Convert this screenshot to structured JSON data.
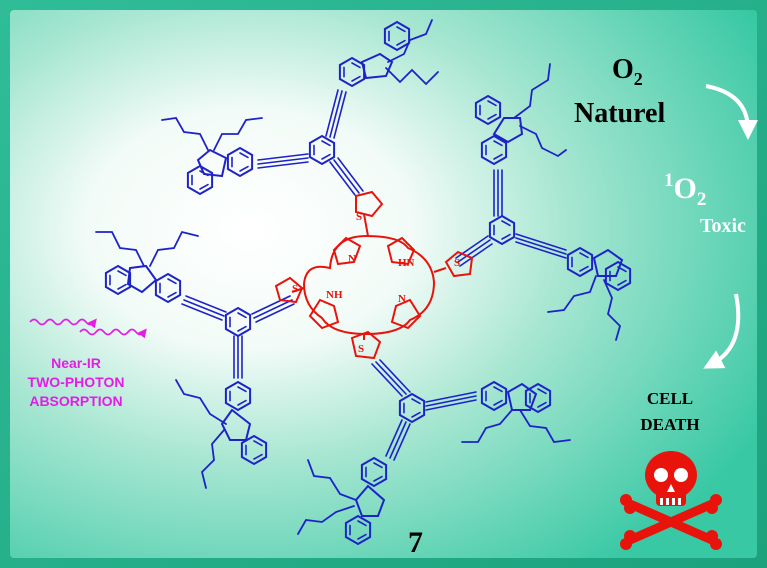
{
  "oxygen": {
    "ground_formula": "O",
    "ground_sub": "2",
    "ground_name": "Naturel",
    "singlet_sup": "1",
    "singlet_formula": "O",
    "singlet_sub": "2",
    "singlet_name": "Toxic"
  },
  "outcome": {
    "line1": "CELL",
    "line2": "DEATH"
  },
  "excitation": {
    "line1": "Near-IR",
    "line2": "TWO-PHOTON",
    "line3": "ABSORPTION"
  },
  "compound_number": "7",
  "core_atoms": {
    "n_top_left": "N",
    "hn_right": "HN",
    "nh_left": "NH",
    "n_bottom_right": "N",
    "s_top": "S",
    "s_right": "S",
    "s_left": "S",
    "s_bottom": "S"
  },
  "colors": {
    "background_teal": "#38c8a4",
    "background_highlight": "#ffffff",
    "porphyrin_core": "#e8140c",
    "arms": "#1e23c8",
    "photon": "#e61be6",
    "arrow": "#ffffff",
    "skull": "#e8140c",
    "text": "#000000"
  },
  "icons": [
    "wavy-photon-arrow-icon",
    "curved-arrow-icon",
    "skull-crossbones-icon"
  ]
}
